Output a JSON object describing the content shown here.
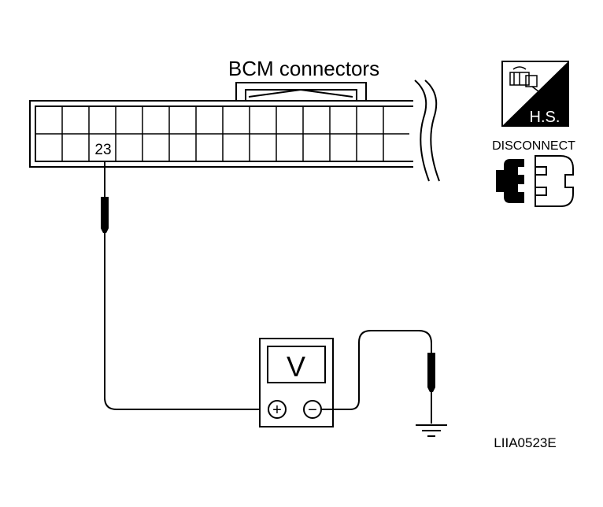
{
  "title": "BCM connectors",
  "pin_label": "23",
  "meter": {
    "display": "V",
    "plus": "+",
    "minus": "−"
  },
  "badges": {
    "hs_text": "H.S.",
    "disconnect_text": "DISCONNECT"
  },
  "figure_id": "LIIA0523E"
}
